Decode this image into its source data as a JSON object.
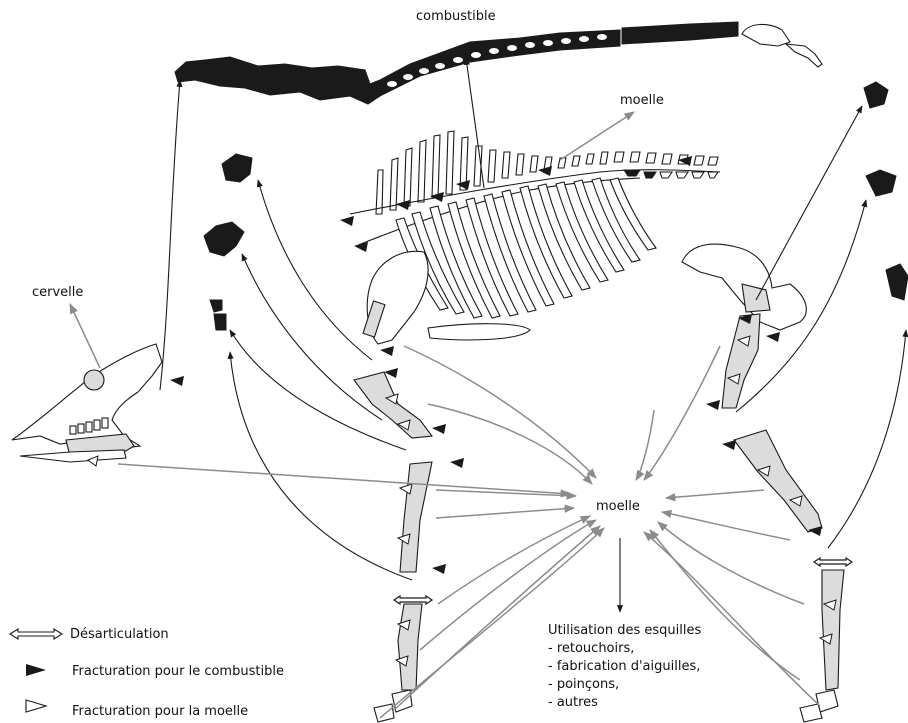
{
  "labels": {
    "combustible": "combustible",
    "moelle_top": "moelle",
    "cervelle": "cervelle",
    "moelle_center": "moelle",
    "usage_title": "Utilisation des esquilles",
    "usage_items": [
      "- retouchoirs,",
      "- fabrication d'aiguilles,",
      "- poinçons,",
      "- autres"
    ]
  },
  "legend": [
    {
      "symbol": "double-arrow",
      "text": "Désarticulation"
    },
    {
      "symbol": "filled-triangle",
      "text": "Fracturation pour le combustible"
    },
    {
      "symbol": "open-triangle",
      "text": "Fracturation pour la moelle"
    }
  ],
  "colors": {
    "fuel_bone": "#1a1a1a",
    "marrow_bone": "#dcdcdc",
    "grey_arrow": "#8c8c8c"
  }
}
